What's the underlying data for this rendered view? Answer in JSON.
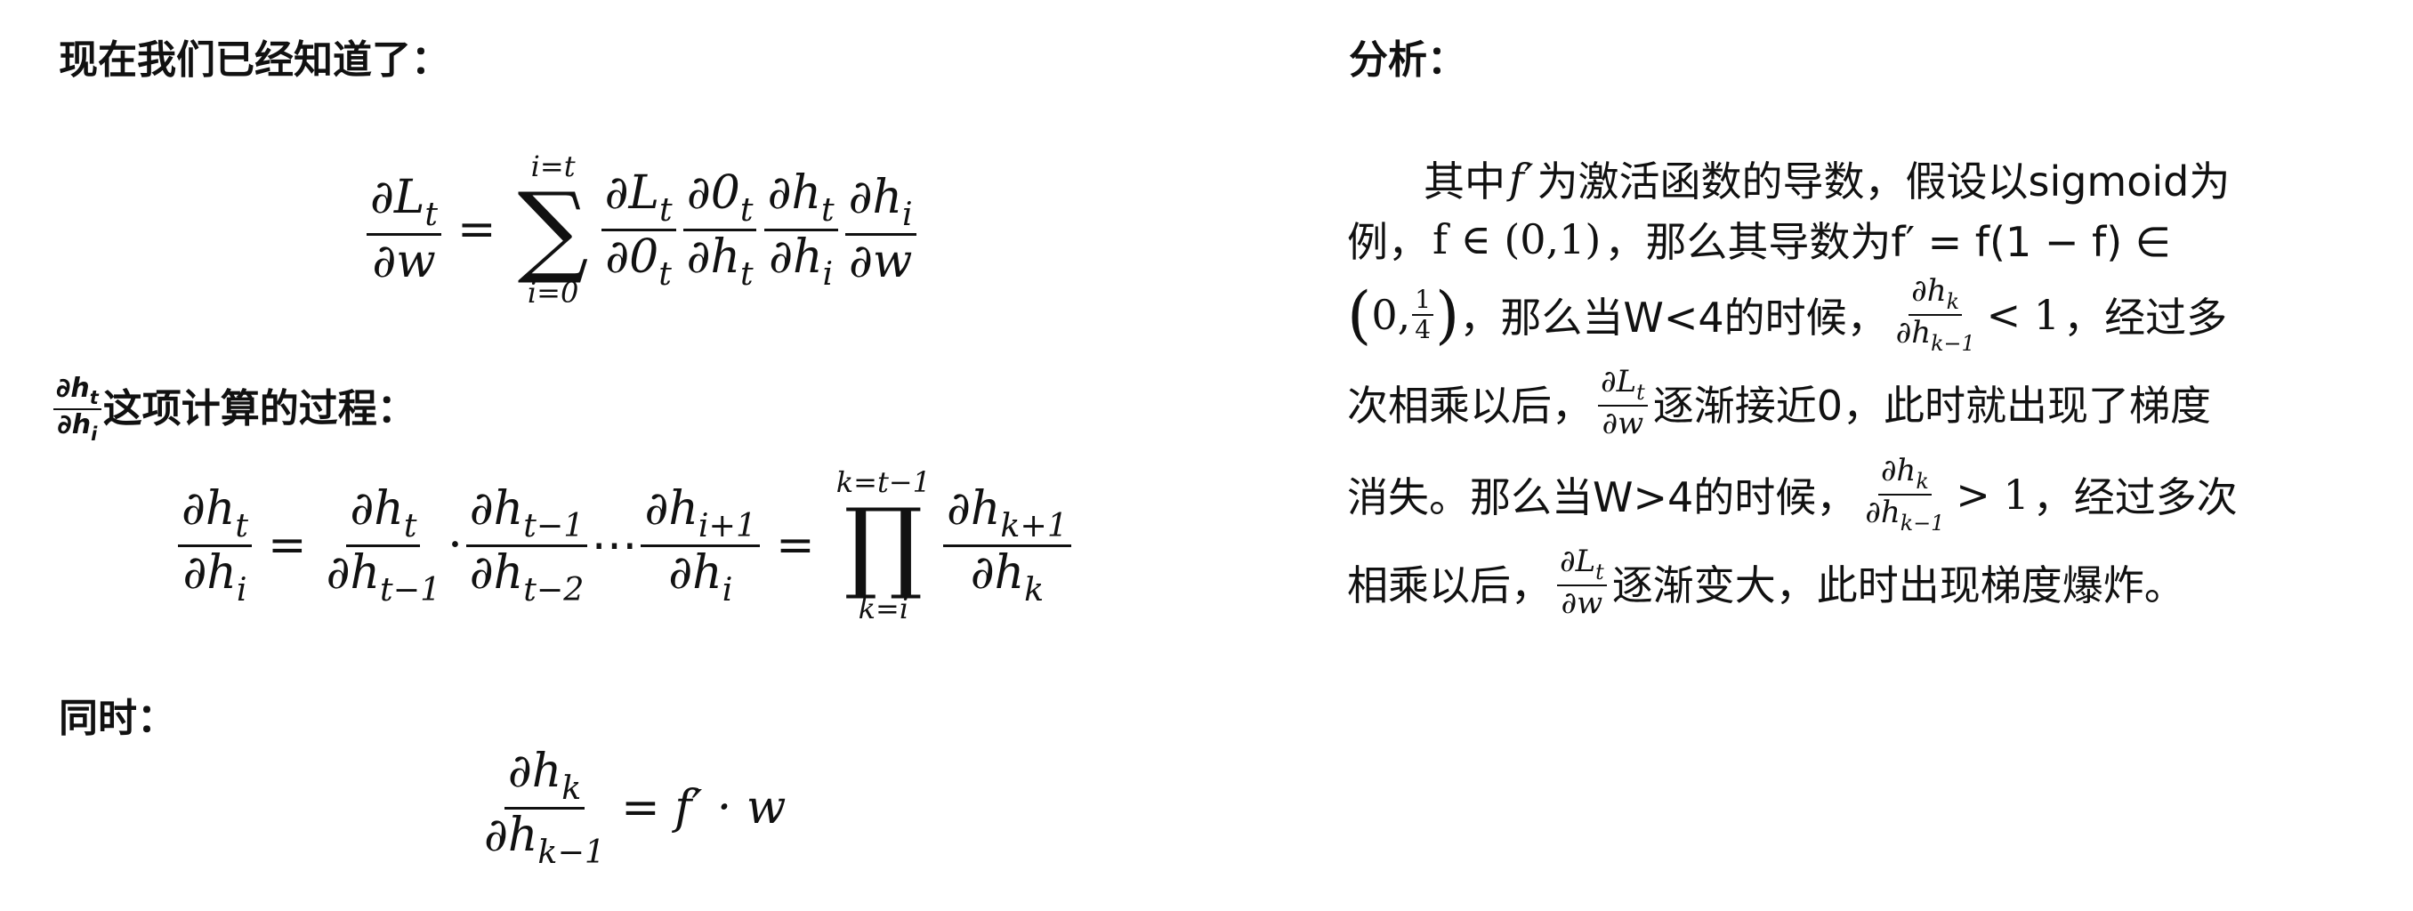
{
  "left": {
    "heading1": "现在我们已经知道了：",
    "heading2_text": "这项计算的过程：",
    "heading3": "同时：",
    "eq1": {
      "lhs_num": "∂L",
      "lhs_num_sub": "t",
      "lhs_den": "∂w",
      "equals": "=",
      "sum_upper": "i=t",
      "sum_symbol": "∑",
      "sum_lower": "i=0",
      "f1_num": "∂L",
      "f1_num_sub": "t",
      "f1_den": "∂0",
      "f1_den_sub": "t",
      "f2_num": "∂0",
      "f2_num_sub": "t",
      "f2_den": "∂h",
      "f2_den_sub": "t",
      "f3_num": "∂h",
      "f3_num_sub": "t",
      "f3_den": "∂h",
      "f3_den_sub": "i",
      "f4_num": "∂h",
      "f4_num_sub": "i",
      "f4_den": "∂w"
    },
    "heading2_frac": {
      "num": "∂h",
      "num_sub": "t",
      "den": "∂h",
      "den_sub": "i"
    },
    "eq2": {
      "lhs_num": "∂h",
      "lhs_num_sub": "t",
      "lhs_den": "∂h",
      "lhs_den_sub": "i",
      "equals": "=",
      "f1_num": "∂h",
      "f1_num_sub": "t",
      "f1_den": "∂h",
      "f1_den_sub": "t−1",
      "dot": "·",
      "f2_num": "∂h",
      "f2_num_sub": "t−1",
      "f2_den": "∂h",
      "f2_den_sub": "t−2",
      "dots": "⋯",
      "f3_num": "∂h",
      "f3_num_sub": "i+1",
      "f3_den": "∂h",
      "f3_den_sub": "i",
      "prod_upper": "k=t−1",
      "prod_symbol": "∏",
      "prod_lower": "k=i",
      "f4_num": "∂h",
      "f4_num_sub": "k+1",
      "f4_den": "∂h",
      "f4_den_sub": "k"
    },
    "eq3": {
      "num": "∂h",
      "num_sub": "k",
      "den": "∂h",
      "den_sub": "k−1",
      "rhs": "= f′ · w"
    }
  },
  "right": {
    "heading": "分析：",
    "line1_a": "其中",
    "line1_b": "f′",
    "line1_c": "为激活函数的导数，假设以sigmoid为",
    "line2_a": "例，",
    "line2_b": "f ∈ (0,1)",
    "line2_c": "，那么其导数为f′ = f(1 − f) ∈",
    "line3_paren_l": "(",
    "line3_a": "0,",
    "line3_frac_num": "1",
    "line3_frac_den": "4",
    "line3_paren_r": ")",
    "line3_b": "，那么当W<4的时候，",
    "line3_frac2_num": "∂h",
    "line3_frac2_num_sub": "k",
    "line3_frac2_den": "∂h",
    "line3_frac2_den_sub": "k−1",
    "line3_c": "< 1",
    "line3_d": "，经过多",
    "line4_a": "次相乘以后，",
    "line4_frac_num": "∂L",
    "line4_frac_num_sub": "t",
    "line4_frac_den": "∂w",
    "line4_b": "逐渐接近0，此时就出现了梯度",
    "line5_a": "消失。那么当W>4的时候，",
    "line5_frac_num": "∂h",
    "line5_frac_num_sub": "k",
    "line5_frac_den": "∂h",
    "line5_frac_den_sub": "k−1",
    "line5_b": "> 1",
    "line5_c": "，经过多次",
    "line6_a": "相乘以后，",
    "line6_frac_num": "∂L",
    "line6_frac_num_sub": "t",
    "line6_frac_den": "∂w",
    "line6_b": "逐渐变大，此时出现梯度爆炸。"
  }
}
